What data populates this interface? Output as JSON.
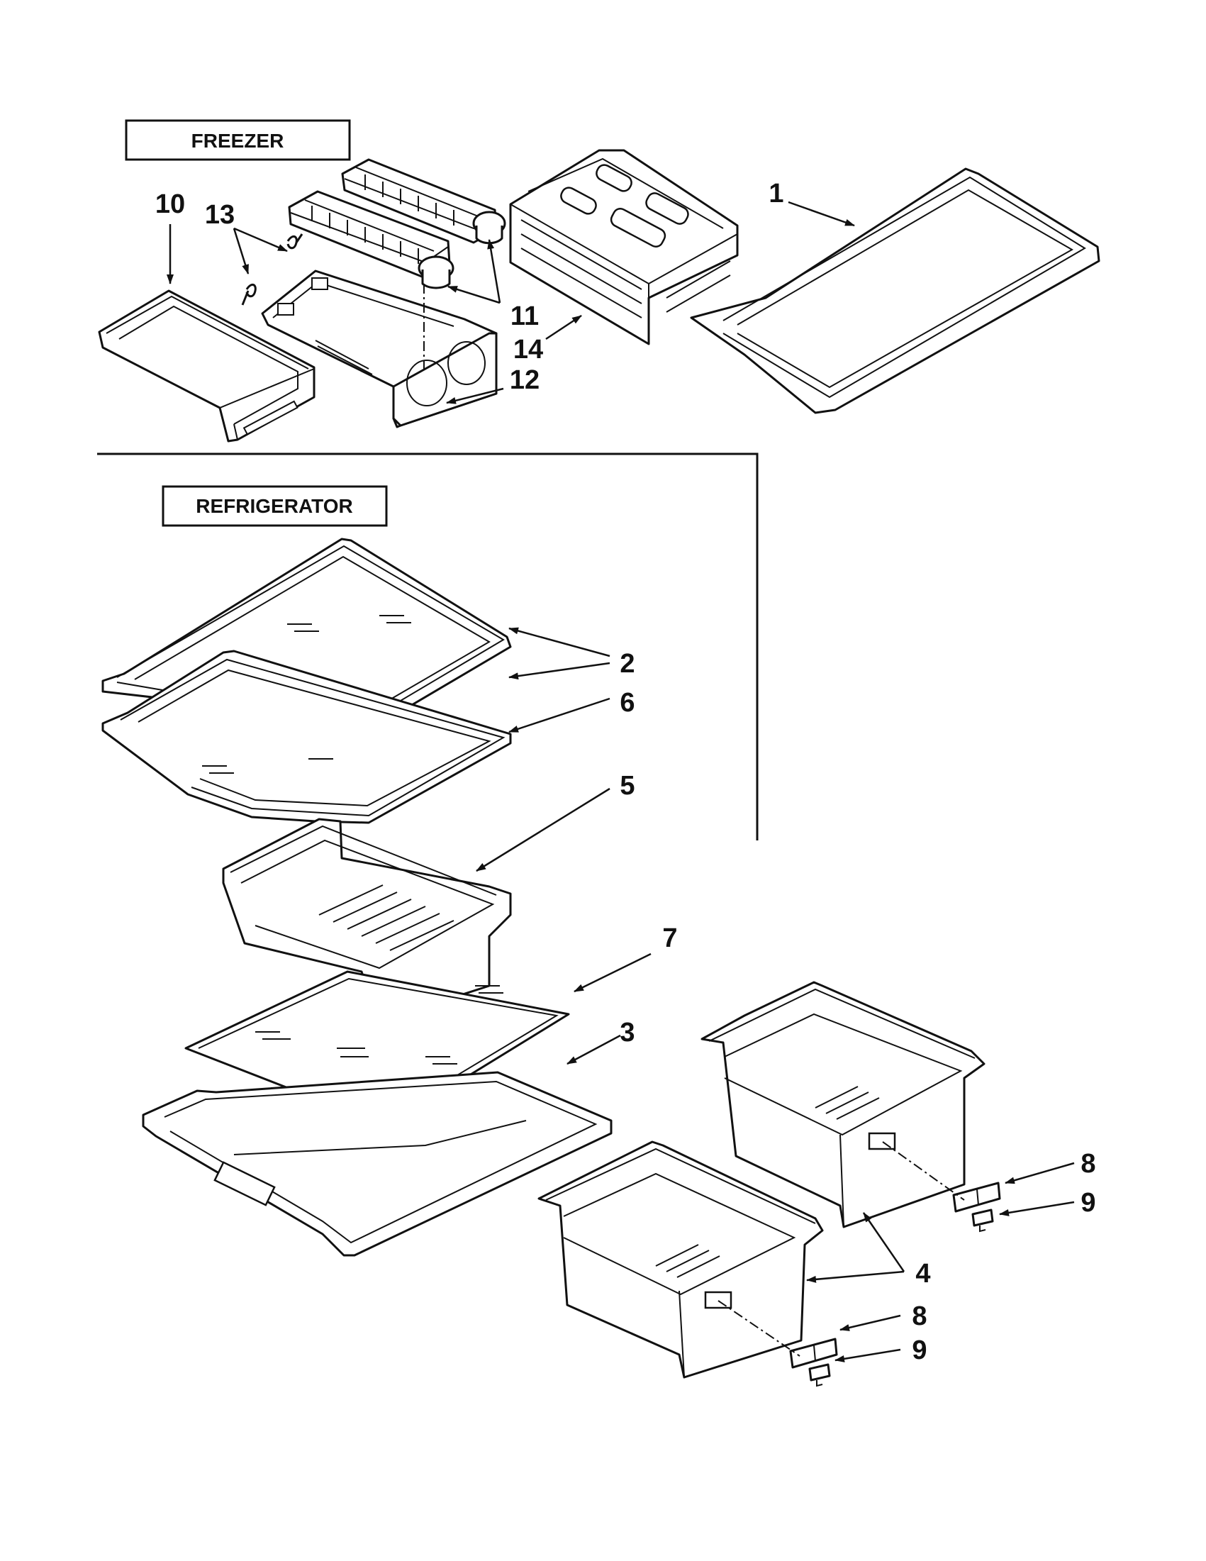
{
  "sections": {
    "freezer": "FREEZER",
    "refrigerator": "REFRIGERATOR"
  },
  "callouts": {
    "c1": "1",
    "c2": "2",
    "c3": "3",
    "c4": "4",
    "c5": "5",
    "c6": "6",
    "c7": "7",
    "c8a": "8",
    "c8b": "8",
    "c9a": "9",
    "c9b": "9",
    "c10": "10",
    "c11": "11",
    "c12": "12",
    "c13": "13",
    "c14": "14"
  }
}
